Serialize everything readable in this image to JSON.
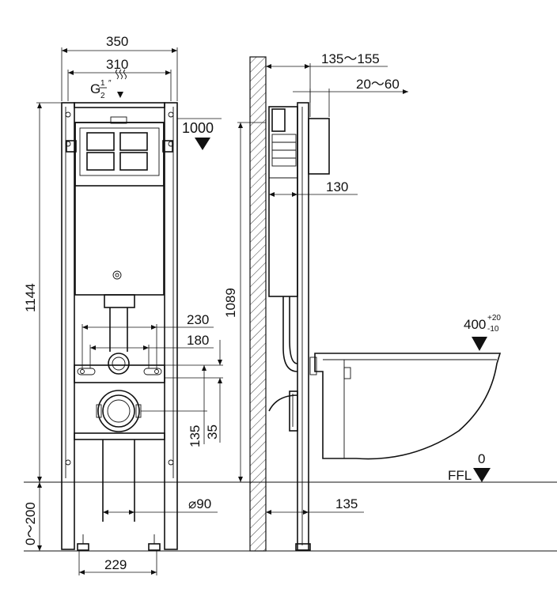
{
  "front_view": {
    "frame_width": "350",
    "inner_width": "310",
    "water_inlet": {
      "base": "G",
      "fraction_num": "1",
      "fraction_den": "2",
      "unit": "″"
    },
    "inlet_height": "1000",
    "frame_height": "1144",
    "bolt_spacing": "230",
    "pipe_spacing": "180",
    "offset_135": "135",
    "offset_35": "35",
    "drain_diameter": "⌀90",
    "foot_spacing": "229",
    "foot_adjust": "0～200"
  },
  "side_view": {
    "wall_depth": "135～155",
    "panel_gap": "20～60",
    "cistern_depth": "130",
    "drain_height": "1089",
    "bowl_height": "400",
    "bowl_tol_plus": "+20",
    "bowl_tol_minus": "-10",
    "floor_level_value": "0",
    "floor_level_label": "FFL",
    "floor_offset": "135"
  }
}
